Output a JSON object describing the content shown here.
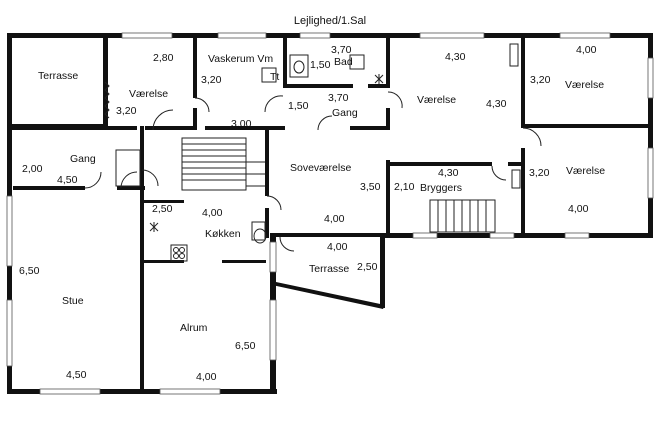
{
  "title": "Lejlighed/1.Sal",
  "rooms": {
    "terrasse_top": "Terrasse",
    "vaerelse_1": "Værelse",
    "vaskerum": "Vaskerum Vm",
    "tt": "Tt",
    "bad": "Bad",
    "gang_top": "Gang",
    "vaerelse_2": "Værelse",
    "vaerelse_3": "Værelse",
    "gang_left": "Gang",
    "sovevaerelse": "Soveværelse",
    "bryggers": "Bryggers",
    "vaerelse_4": "Værelse",
    "koekken": "Køkken",
    "terrasse_bottom": "Terrasse",
    "stue": "Stue",
    "alrum": "Alrum"
  },
  "dims": {
    "d1": "2,80",
    "d2": "3,20",
    "d3": "3,20",
    "d4": "3,70",
    "d5": "1,50",
    "d6": "1,50",
    "d7": "3,70",
    "d8": "3,00",
    "d9": "4,30",
    "d10": "4,30",
    "d11": "4,00",
    "d12": "3,20",
    "d13": "2,00",
    "d14": "4,50",
    "d15": "3,50",
    "d16": "4,30",
    "d17": "2,10",
    "d18": "3,20",
    "d19": "4,00",
    "d20": "2,50",
    "d21": "4,00",
    "d22": "4,00",
    "d23": "4,00",
    "d24": "2,50",
    "d25": "6,50",
    "d26": "6,50",
    "d27": "4,50",
    "d28": "4,00"
  }
}
